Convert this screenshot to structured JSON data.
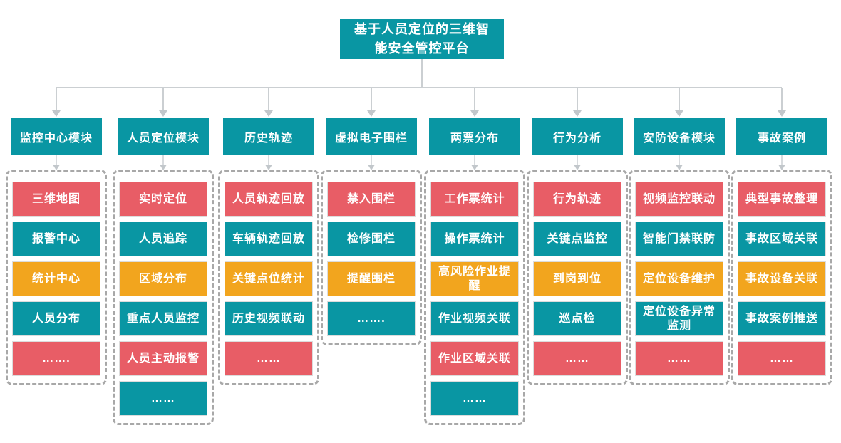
{
  "root": {
    "title": "基于人员定位的三维智能安全管控平台"
  },
  "colors": {
    "teal": "#0996A3",
    "red": "#E85D66",
    "orange": "#F2A51E",
    "connector_line": "#CBCFD2",
    "arrowhead": "#C2C7CB",
    "dashed_border": "#A8A8A8"
  },
  "modules": [
    {
      "title": "监控中心模块",
      "items": [
        {
          "label": "三维地图",
          "color": "red"
        },
        {
          "label": "报警中心",
          "color": "teal"
        },
        {
          "label": "统计中心",
          "color": "orange"
        },
        {
          "label": "人员分布",
          "color": "teal"
        },
        {
          "label": "…….",
          "color": "red"
        }
      ]
    },
    {
      "title": "人员定位模块",
      "items": [
        {
          "label": "实时定位",
          "color": "red"
        },
        {
          "label": "人员追踪",
          "color": "teal"
        },
        {
          "label": "区域分布",
          "color": "orange"
        },
        {
          "label": "重点人员监控",
          "color": "teal"
        },
        {
          "label": "人员主动报警",
          "color": "red"
        },
        {
          "label": "……",
          "color": "teal"
        }
      ]
    },
    {
      "title": "历史轨迹",
      "items": [
        {
          "label": "人员轨迹回放",
          "color": "red"
        },
        {
          "label": "车辆轨迹回放",
          "color": "teal"
        },
        {
          "label": "关键点位统计",
          "color": "orange"
        },
        {
          "label": "历史视频联动",
          "color": "teal"
        },
        {
          "label": "……",
          "color": "red"
        }
      ]
    },
    {
      "title": "虚拟电子围栏",
      "items": [
        {
          "label": "禁入围栏",
          "color": "red"
        },
        {
          "label": "检修围栏",
          "color": "teal"
        },
        {
          "label": "提醒围栏",
          "color": "orange"
        },
        {
          "label": "…….",
          "color": "teal"
        }
      ]
    },
    {
      "title": "两票分布",
      "items": [
        {
          "label": "工作票统计",
          "color": "red"
        },
        {
          "label": "操作票统计",
          "color": "teal"
        },
        {
          "label": "高风险作业提醒",
          "color": "orange"
        },
        {
          "label": "作业视频关联",
          "color": "teal"
        },
        {
          "label": "作业区域关联",
          "color": "red"
        },
        {
          "label": "……",
          "color": "teal"
        }
      ]
    },
    {
      "title": "行为分析",
      "items": [
        {
          "label": "行为轨迹",
          "color": "red"
        },
        {
          "label": "关键点监控",
          "color": "teal"
        },
        {
          "label": "到岗到位",
          "color": "orange"
        },
        {
          "label": "巡点检",
          "color": "teal"
        },
        {
          "label": "……",
          "color": "red"
        }
      ]
    },
    {
      "title": "安防设备模块",
      "items": [
        {
          "label": "视频监控联动",
          "color": "red"
        },
        {
          "label": "智能门禁联防",
          "color": "teal"
        },
        {
          "label": "定位设备维护",
          "color": "orange"
        },
        {
          "label": "定位设备异常监测",
          "color": "teal"
        },
        {
          "label": "……",
          "color": "red"
        }
      ]
    },
    {
      "title": "事故案例",
      "items": [
        {
          "label": "典型事故整理",
          "color": "red"
        },
        {
          "label": "事故区域关联",
          "color": "teal"
        },
        {
          "label": "事故设备关联",
          "color": "orange"
        },
        {
          "label": "事故案例推送",
          "color": "teal"
        },
        {
          "label": "……",
          "color": "red"
        }
      ]
    }
  ]
}
